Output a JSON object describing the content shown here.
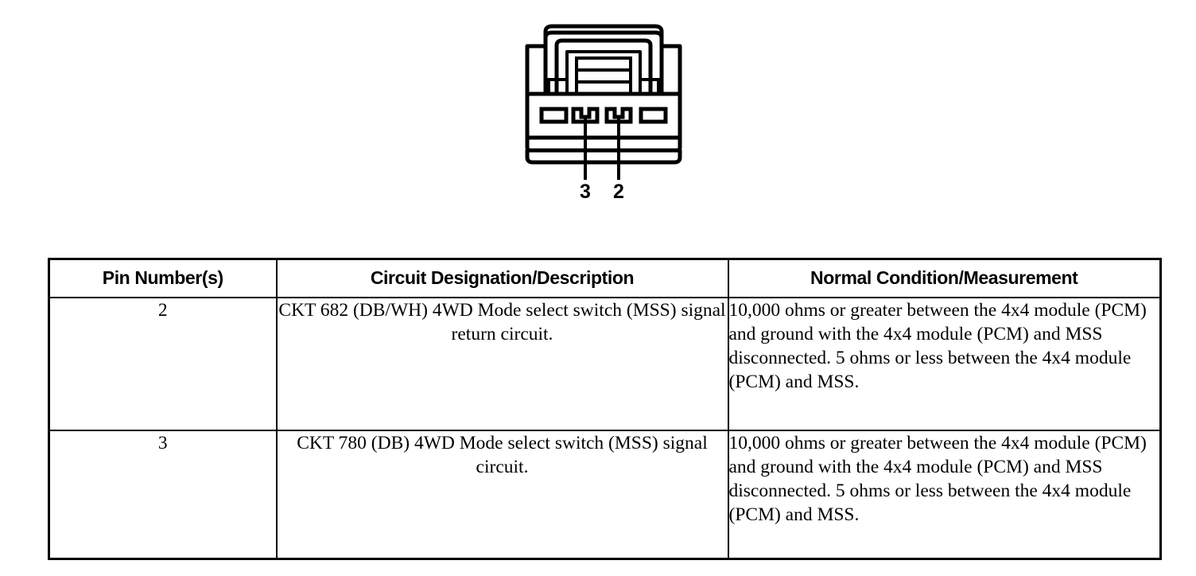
{
  "diagram": {
    "name": "4WD Mode Select Switch (MSS) connector face view",
    "cavity_count": 4,
    "callouts": [
      {
        "label": "3",
        "cavity_index": 2
      },
      {
        "label": "2",
        "cavity_index": 3
      }
    ],
    "line_color": "#000000",
    "fill_color": "#ffffff"
  },
  "table": {
    "headers": [
      "Pin Number(s)",
      "Circuit Designation/Description",
      "Normal Condition/Measurement"
    ],
    "rows": [
      {
        "pin": "2",
        "description": "CKT 682 (DB/WH) 4WD Mode select switch (MSS) signal return circuit.",
        "normal": "10,000 ohms or greater between the 4x4 module (PCM) and ground with the 4x4 module (PCM) and MSS disconnected. 5 ohms or less between the 4x4 module (PCM) and MSS."
      },
      {
        "pin": "3",
        "description": "CKT 780 (DB) 4WD Mode select switch (MSS) signal circuit.",
        "normal": "10,000 ohms or greater between the 4x4 module (PCM) and ground with the 4x4 module (PCM) and MSS disconnected. 5 ohms or less between the 4x4 module (PCM) and MSS."
      }
    ]
  }
}
